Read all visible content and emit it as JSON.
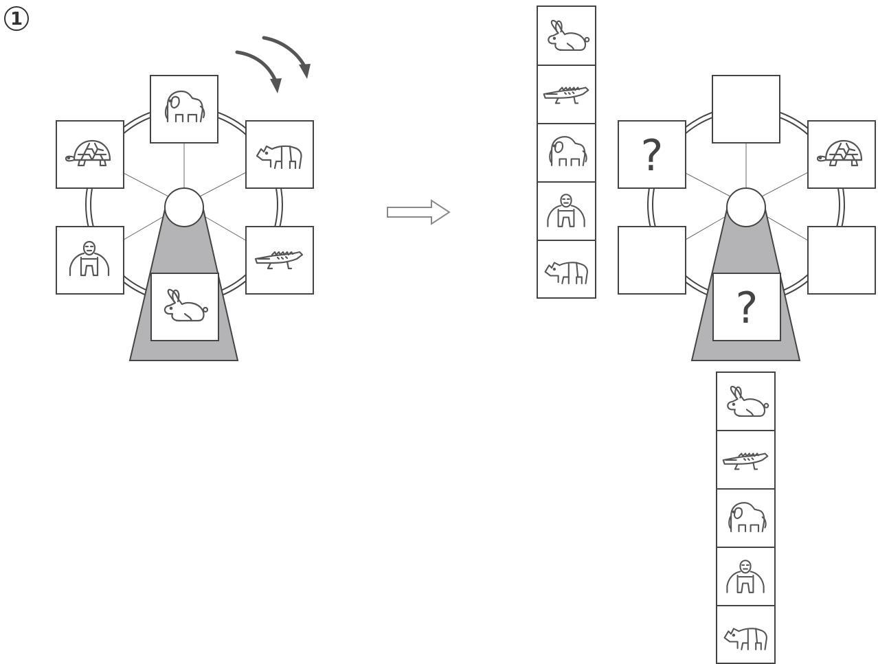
{
  "problem_number": "1",
  "question_mark": "?",
  "left_wheel": {
    "cars": [
      "elephant",
      "rhino",
      "crocodile",
      "rabbit",
      "gorilla",
      "turtle"
    ]
  },
  "right_wheel": {
    "cars": [
      "empty",
      "turtle",
      "empty",
      "question",
      "empty",
      "question"
    ]
  },
  "choice_column_left": [
    "rabbit",
    "crocodile",
    "elephant",
    "gorilla",
    "rhino"
  ],
  "choice_column_bottom": [
    "rabbit",
    "crocodile",
    "elephant",
    "gorilla",
    "rhino"
  ],
  "colors": {
    "stroke": "#444444",
    "stand": "#b4b4b6",
    "arrow": "#555555"
  }
}
